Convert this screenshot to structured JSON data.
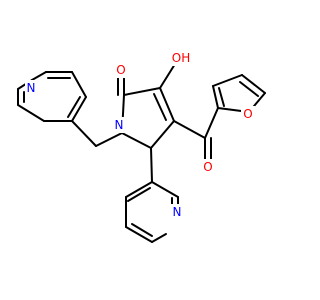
{
  "molecule": {
    "atom_labels": {
      "hydroxyl": "OH",
      "lactam_oxygen": "O",
      "ring_nitrogen": "N",
      "furan_oxygen": "O",
      "ketone_oxygen": "O",
      "pyridine_nitrogen_top": "N",
      "pyridine_nitrogen_bottom": "N"
    },
    "colors": {
      "bond": "#000000",
      "oxygen": "#ff0000",
      "nitrogen": "#0000ff",
      "background": "#ffffff"
    }
  }
}
